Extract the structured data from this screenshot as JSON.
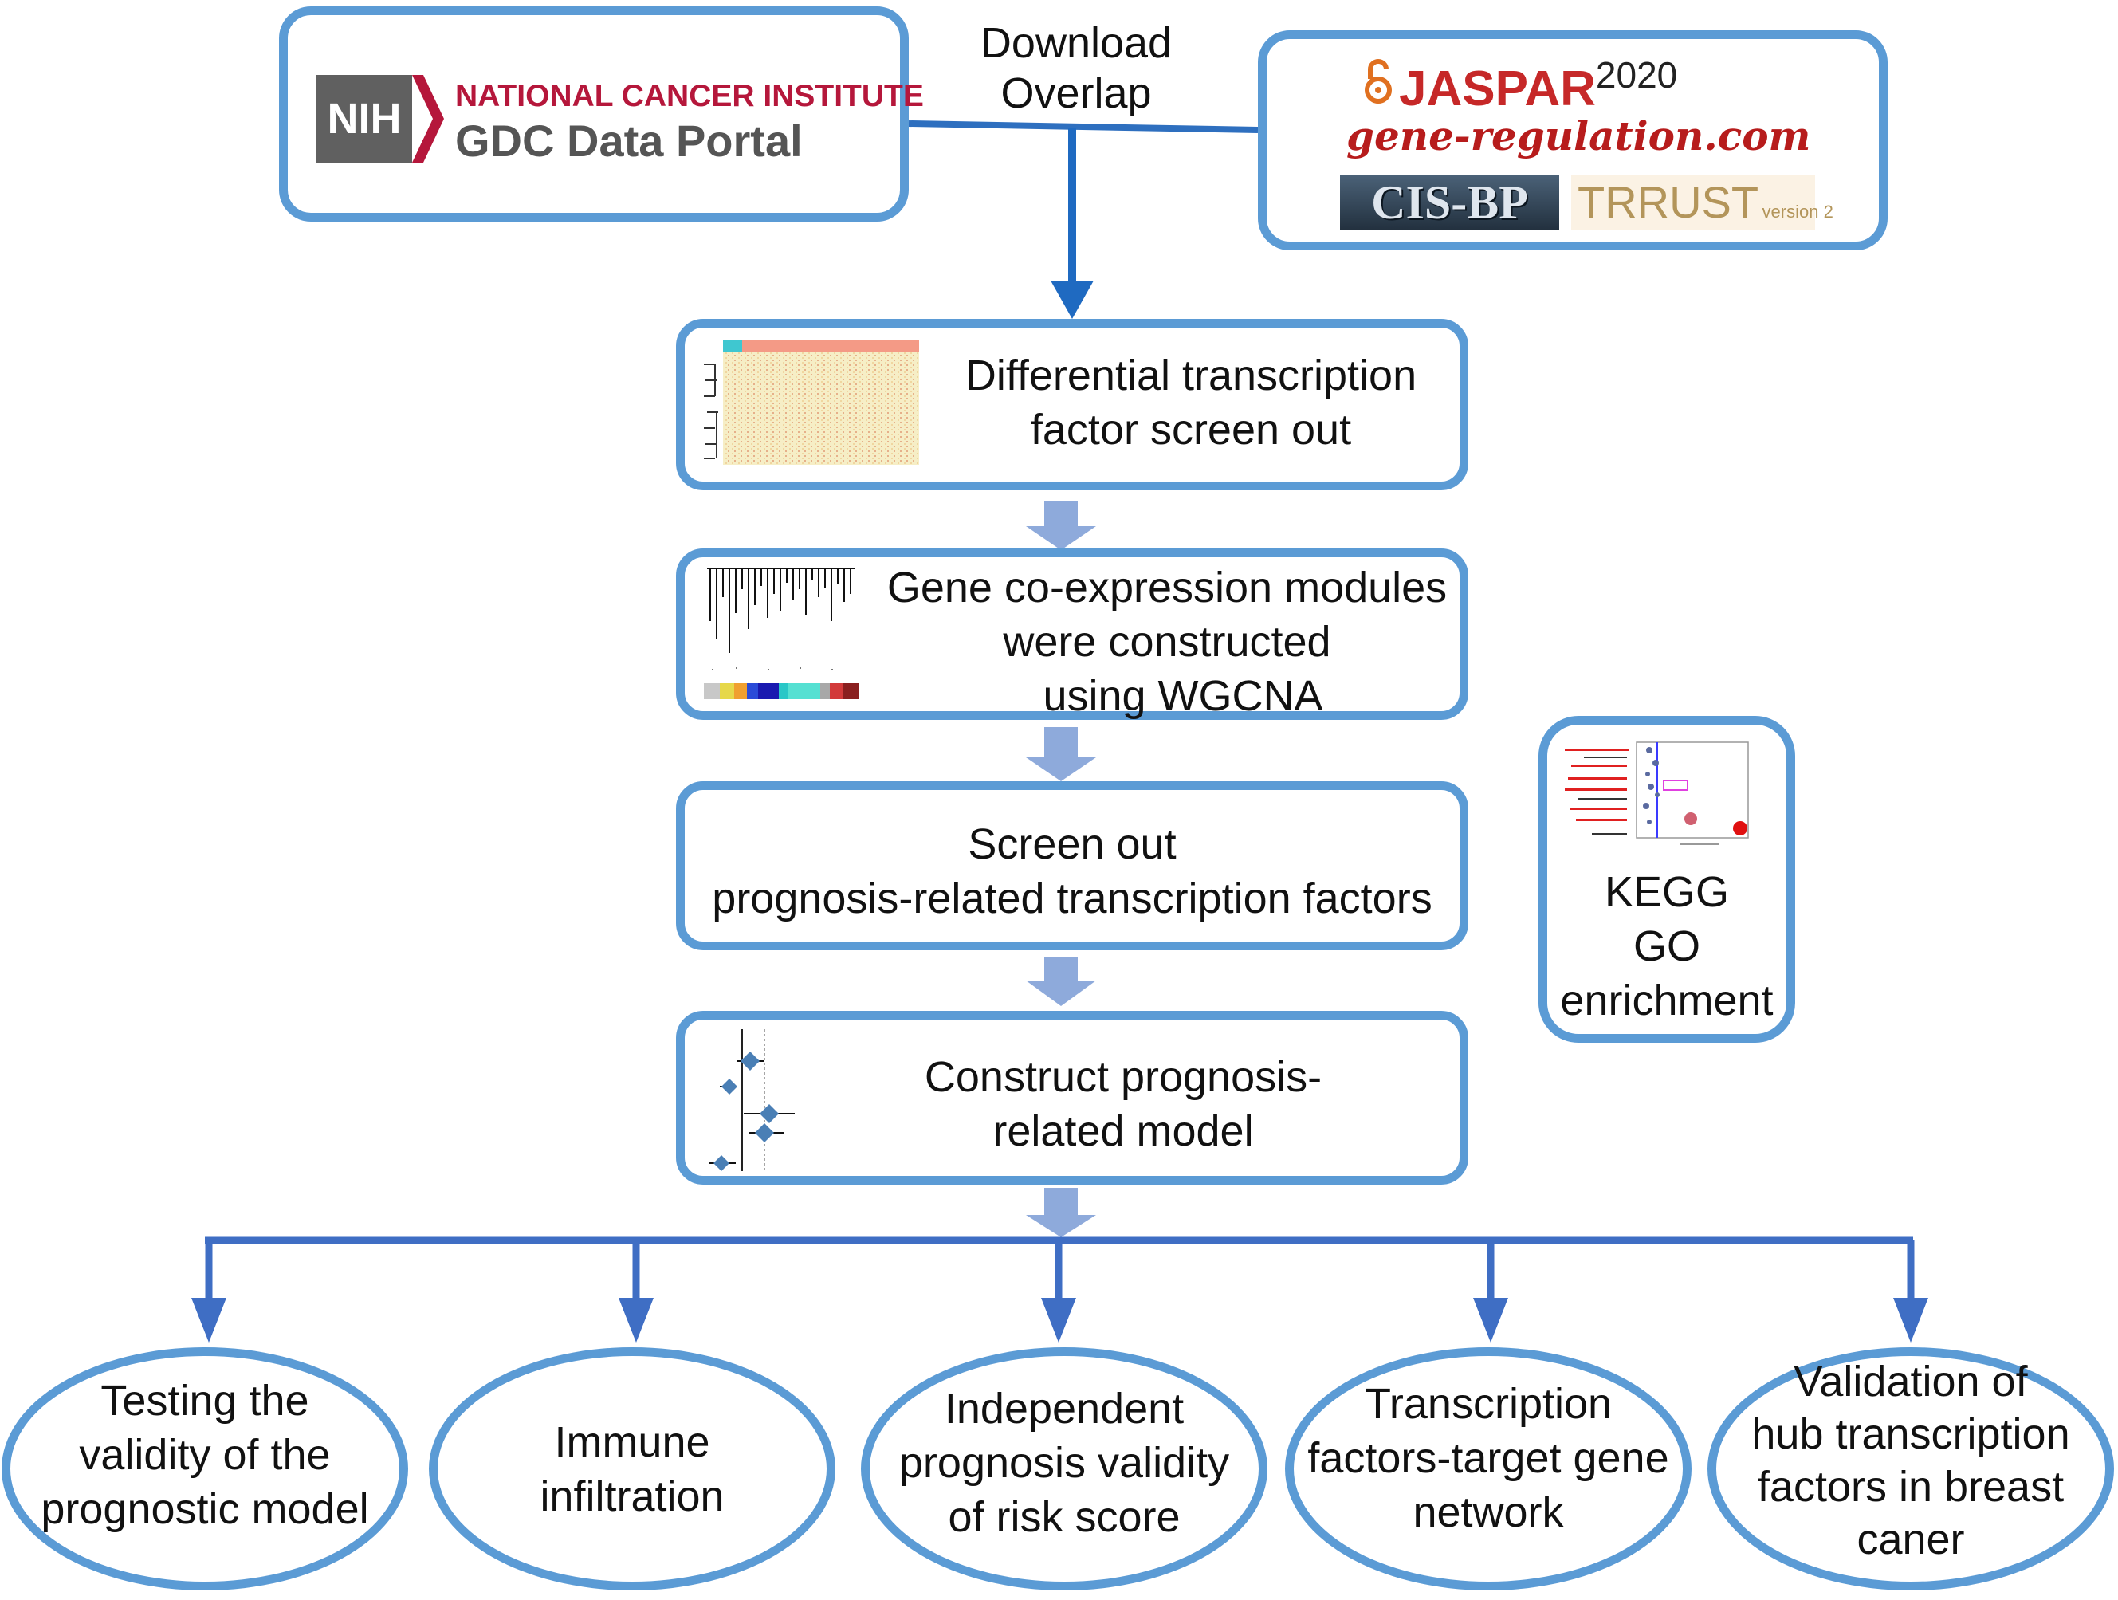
{
  "sources": {
    "gdc": {
      "nih": "NIH",
      "institute": "NATIONAL CANCER INSTITUTE",
      "portal": "GDC Data Portal"
    },
    "download_label": [
      "Download",
      "Overlap"
    ],
    "jaspar": {
      "name": "JASPAR",
      "year": "2020"
    },
    "gene_regulation": "gene-regulation.com",
    "cisbp": "CIS-BP",
    "trrust": {
      "name": "TRRUST",
      "version": "version 2"
    }
  },
  "steps": {
    "differential": [
      "Differential transcription",
      "factor screen out"
    ],
    "wgcna": [
      "Gene co-expression modules",
      "were constructed",
      "using WGCNA"
    ],
    "screen": [
      "Screen out",
      "prognosis-related transcription factors"
    ],
    "model": [
      "Construct prognosis-",
      "related model"
    ]
  },
  "enrichment": [
    "KEGG",
    "GO",
    "enrichment"
  ],
  "outcomes": [
    [
      "Testing the",
      "validity of the",
      "prognostic model"
    ],
    [
      "Immune",
      "infiltration"
    ],
    [
      "Independent",
      "prognosis validity",
      "of risk score"
    ],
    [
      "Transcription",
      "factors-target gene",
      "network"
    ],
    [
      "Validation of",
      "hub transcription",
      "factors in breast",
      "caner"
    ]
  ],
  "colors": {
    "box_border": "#5b9bd5",
    "arrow_dark": "#2e6fbf",
    "arrow_light": "#8eaadb",
    "nci_red": "#b5173b",
    "nih_gray": "#606060",
    "jaspar_red": "#c62828",
    "generegulation_red": "#b71c1c",
    "trrust_gold": "#b3955a"
  },
  "icons": [
    "heatmap-thumbnail",
    "dendrogram-thumbnail",
    "forest-plot-thumbnail",
    "enrichment-bubble-thumbnail",
    "open-access-lock-icon"
  ]
}
